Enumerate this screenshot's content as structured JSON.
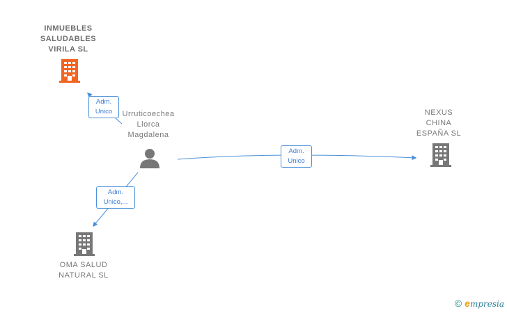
{
  "nodes": {
    "inmuebles": {
      "lines": [
        "INMUEBLES",
        "SALUDABLES",
        "VIRILA  SL"
      ],
      "color": "#f26522"
    },
    "person": {
      "lines": [
        "Urruticoechea",
        "Llorca",
        "Magdalena"
      ],
      "color": "#777777"
    },
    "nexus": {
      "lines": [
        "NEXUS",
        "CHINA",
        "ESPAÑA  SL"
      ],
      "color": "#777777"
    },
    "oma": {
      "lines": [
        "OMA SALUD",
        "NATURAL  SL"
      ],
      "color": "#777777"
    }
  },
  "edges": {
    "to_inmuebles": {
      "lines": [
        "Adm.",
        "Unico"
      ]
    },
    "to_nexus": {
      "lines": [
        "Adm.",
        "Unico"
      ]
    },
    "to_oma": {
      "lines": [
        "Adm.",
        "Unico,..."
      ]
    }
  },
  "colors": {
    "edge": "#4a90d9"
  },
  "footer": {
    "copyright": "©",
    "brand_initial": "e",
    "brand_rest": "mpresia"
  }
}
